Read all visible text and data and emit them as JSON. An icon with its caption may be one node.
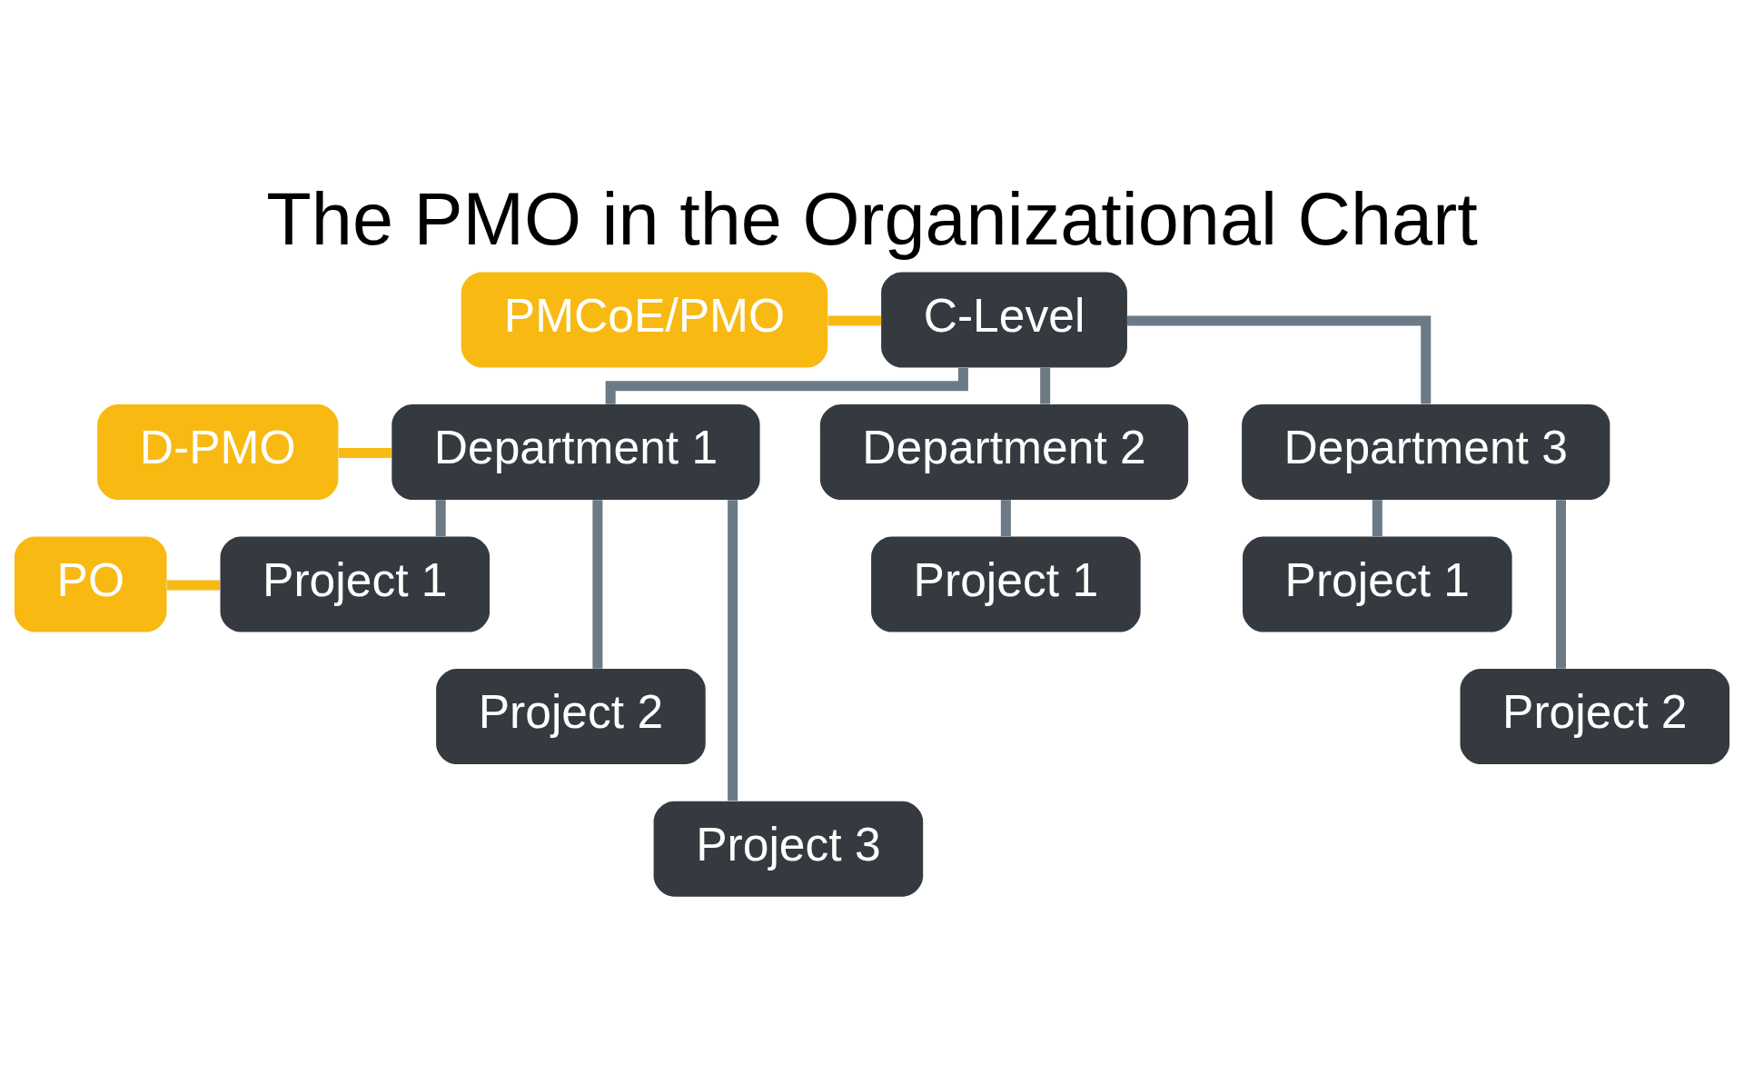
{
  "diagram": {
    "title": "The PMO in the Organizational Chart",
    "nodes": [
      {
        "text": [
          "C-Level"
        ]
      },
      {
        "text": [
          "PMCoE/PMO"
        ]
      },
      {
        "text": [
          "D-PMO"
        ]
      },
      {
        "text": [
          "Department 1"
        ]
      },
      {
        "text": [
          "Department 2"
        ]
      },
      {
        "text": [
          "Department 3"
        ]
      },
      {
        "text": [
          "PO"
        ]
      },
      {
        "text": [
          "Project 1"
        ]
      },
      {
        "text": [
          "Project 1"
        ]
      },
      {
        "text": [
          "Project 1"
        ]
      },
      {
        "text": [
          "Project 2"
        ]
      },
      {
        "text": [
          "Project 2"
        ]
      },
      {
        "text": [
          "Project 3"
        ]
      }
    ],
    "edges": [
      {
        "from": 1,
        "to": 0,
        "arrow": "none",
        "color": "#f8b912"
      },
      {
        "from": 0,
        "to": 3,
        "arrow": "none"
      },
      {
        "from": 0,
        "to": 4,
        "arrow": "none"
      },
      {
        "from": 0,
        "to": 5,
        "arrow": "none"
      },
      {
        "from": 2,
        "to": 3,
        "arrow": "none",
        "color": "#f8b912"
      },
      {
        "from": 3,
        "to": 7,
        "arrow": "none"
      },
      {
        "from": 3,
        "to": 10,
        "arrow": "none"
      },
      {
        "from": 3,
        "to": 12,
        "arrow": "none"
      },
      {
        "from": 6,
        "to": 7,
        "arrow": "none",
        "color": "#f8b912"
      },
      {
        "from": 4,
        "to": 8,
        "arrow": "none"
      },
      {
        "from": 5,
        "to": 9,
        "arrow": "none"
      },
      {
        "from": 5,
        "to": 11,
        "arrow": "none"
      }
    ]
  }
}
